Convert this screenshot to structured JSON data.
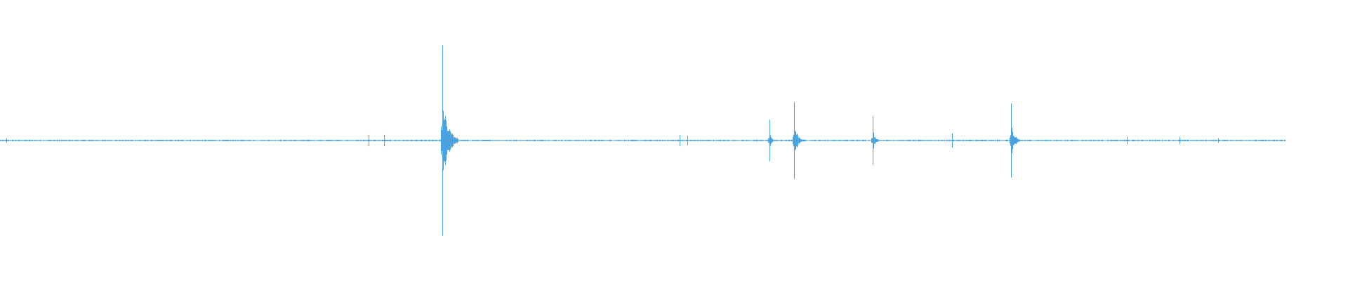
{
  "chart_data": {
    "type": "line",
    "title": "",
    "xlabel": "",
    "ylabel": "",
    "xlim": [
      0,
      1
    ],
    "ylim": [
      -1,
      1
    ],
    "grid": false,
    "legend": "none",
    "series": [
      {
        "color": "#4aa3df",
        "baseline_amplitude": 0.006,
        "spikes": [
          {
            "x": 0.005,
            "amplitude": 0.02
          },
          {
            "x": 0.287,
            "amplitude": 0.05
          },
          {
            "x": 0.299,
            "amplitude": 0.05
          },
          {
            "x": 0.344,
            "amplitude": 0.82
          },
          {
            "x": 0.352,
            "amplitude": 0.05
          },
          {
            "x": 0.529,
            "amplitude": 0.05
          },
          {
            "x": 0.535,
            "amplitude": 0.04
          },
          {
            "x": 0.599,
            "amplitude": 0.18
          },
          {
            "x": 0.618,
            "amplitude": 0.33
          },
          {
            "x": 0.679,
            "amplitude": 0.21
          },
          {
            "x": 0.741,
            "amplitude": 0.06
          },
          {
            "x": 0.787,
            "amplitude": 0.32
          },
          {
            "x": 0.877,
            "amplitude": 0.03
          },
          {
            "x": 0.918,
            "amplitude": 0.03
          },
          {
            "x": 0.948,
            "amplitude": 0.02
          }
        ]
      }
    ]
  }
}
